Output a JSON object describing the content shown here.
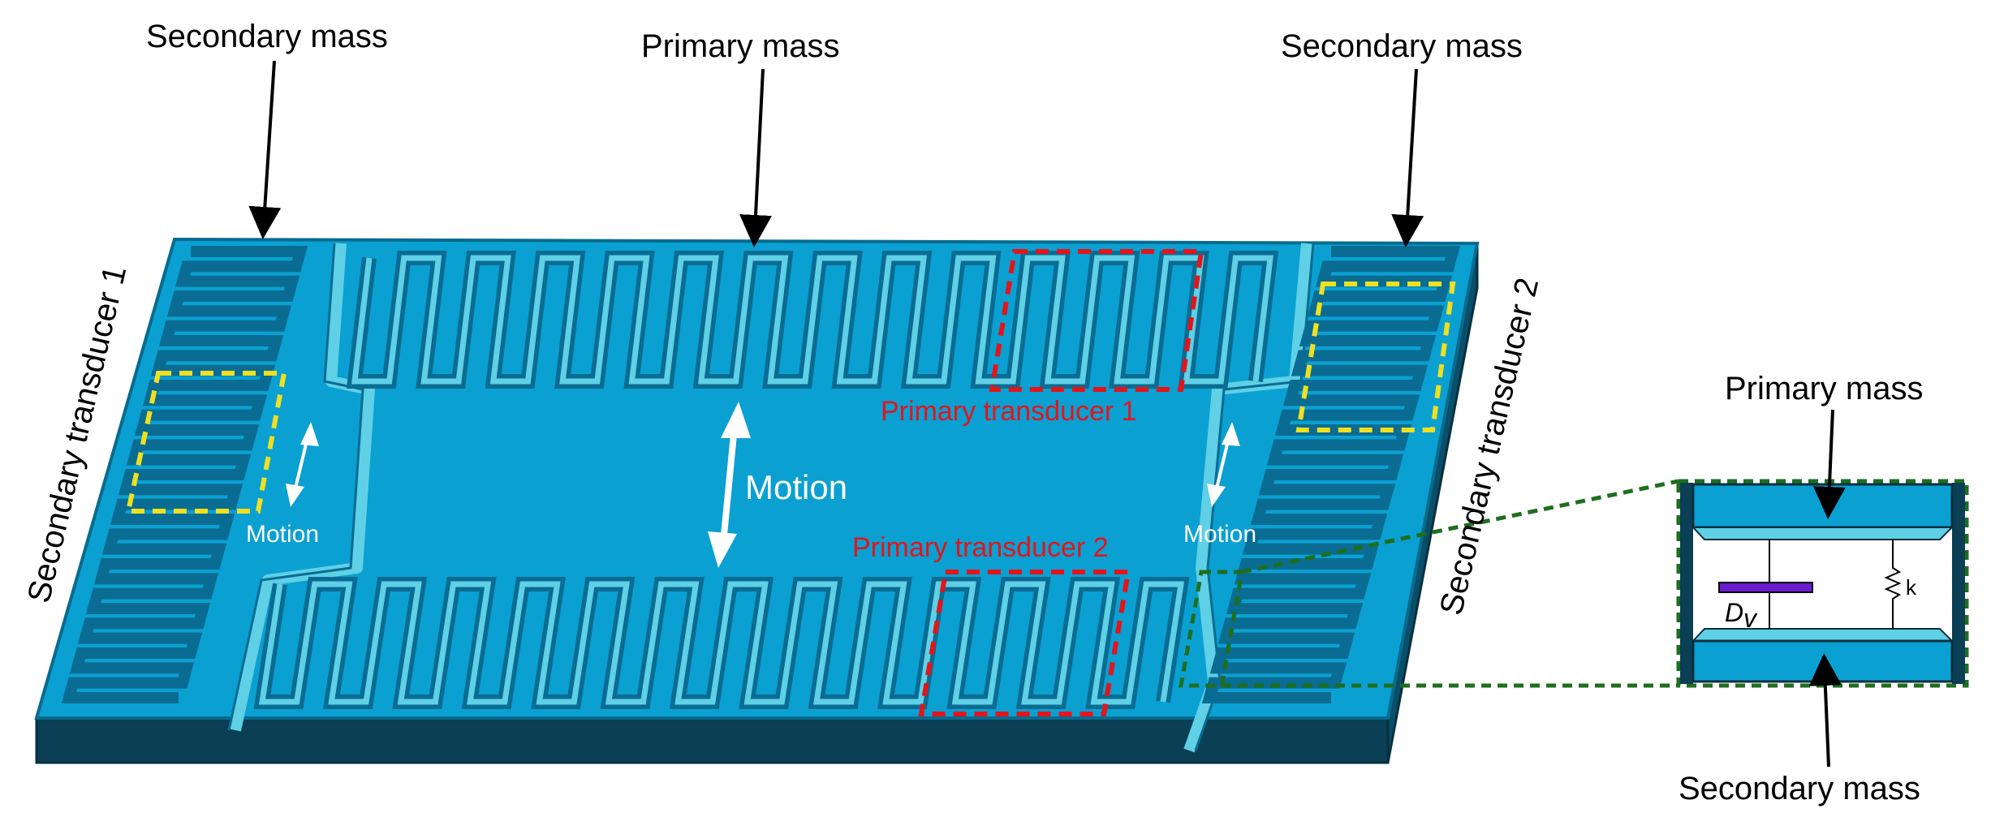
{
  "labels": {
    "secondary_mass_left": "Secondary mass",
    "primary_mass_top": "Primary mass",
    "secondary_mass_right": "Secondary mass",
    "secondary_transducer_1": "Secondary transducer 1",
    "secondary_transducer_2": "Secondary transducer 2",
    "primary_transducer_1": "Primary transducer 1",
    "primary_transducer_2": "Primary transducer 2",
    "motion_center": "Motion",
    "motion_left": "Motion",
    "motion_right": "Motion",
    "inset_primary_mass": "Primary mass",
    "inset_secondary_mass": "Secondary mass",
    "inset_damper": "D",
    "inset_damper_subscript": "v",
    "inset_spring": "k"
  },
  "colors": {
    "device_top": "#0aa0d2",
    "device_side": "#0a3f55",
    "trench": "#0a6c92",
    "spring_beam": "#5fd0e6",
    "primary_transducer_box": "#e3141b",
    "secondary_transducer_box": "#f0e020",
    "zoom_box": "#1e6e1e",
    "damper": "#6a1ecf"
  }
}
